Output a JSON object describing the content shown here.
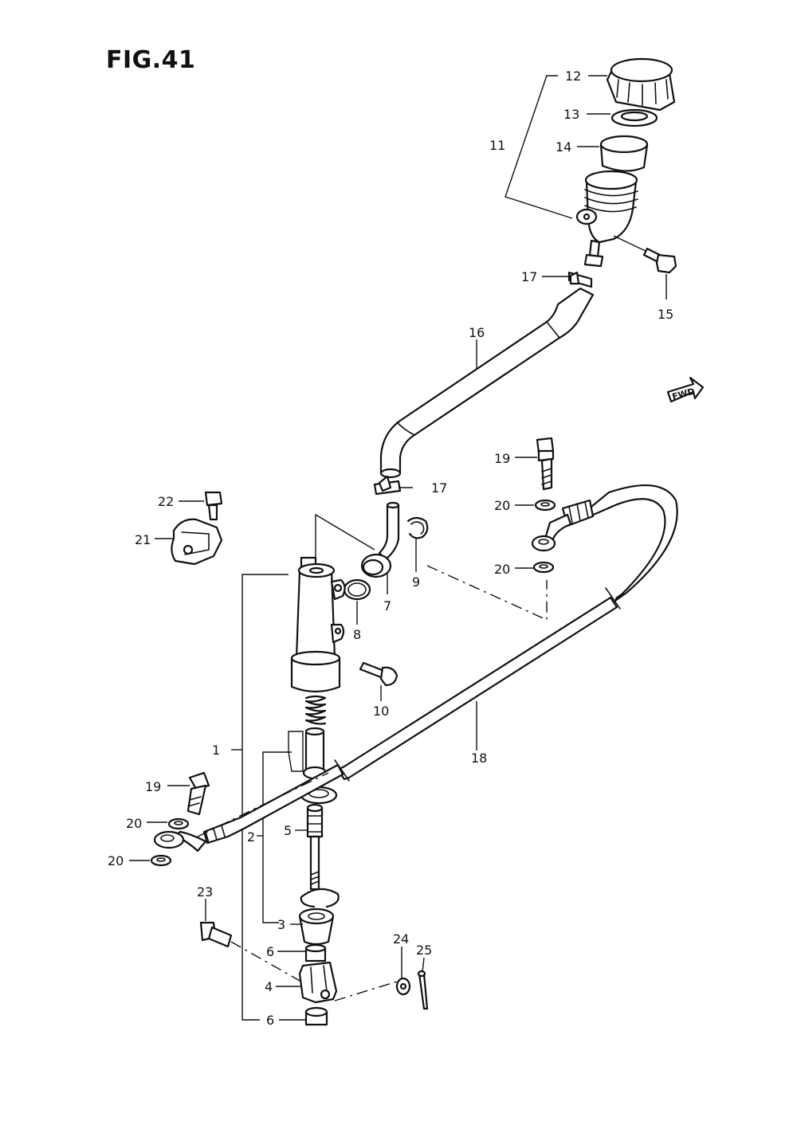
{
  "figure": {
    "title": "FIG.41"
  },
  "fwd_label": "FWD",
  "callouts": [
    "1",
    "2",
    "3",
    "4",
    "5",
    "6",
    "6",
    "7",
    "8",
    "9",
    "10",
    "11",
    "12",
    "13",
    "14",
    "15",
    "16",
    "17",
    "17",
    "18",
    "19",
    "19",
    "20",
    "20",
    "20",
    "20",
    "21",
    "22",
    "23",
    "24",
    "25"
  ]
}
